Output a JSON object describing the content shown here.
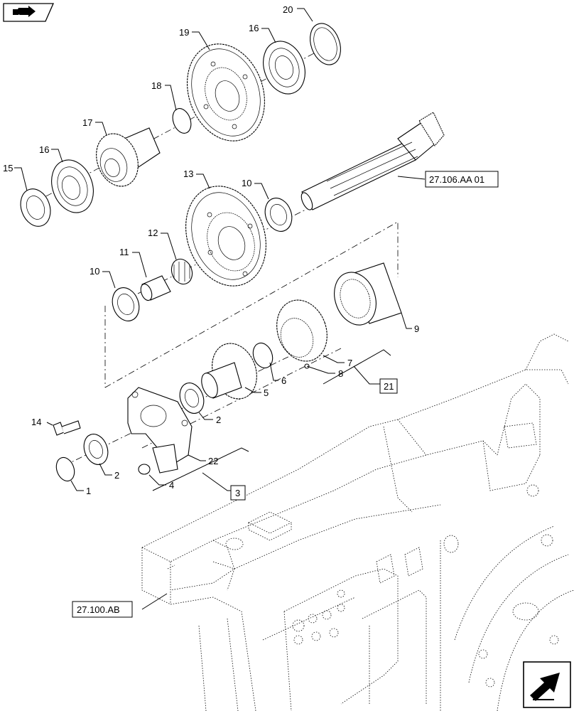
{
  "labels": {
    "l1": "1",
    "l2a": "2",
    "l2b": "2",
    "l3": "3",
    "l4": "4",
    "l5": "5",
    "l6": "6",
    "l7": "7",
    "l8": "8",
    "l9": "9",
    "l10a": "10",
    "l10b": "10",
    "l11": "11",
    "l12": "12",
    "l13": "13",
    "l14": "14",
    "l15": "15",
    "l16a": "16",
    "l16b": "16",
    "l17": "17",
    "l18": "18",
    "l19": "19",
    "l20": "20",
    "l21": "21",
    "l22": "22"
  },
  "references": {
    "shaft_ref": "27.106.AA 01",
    "housing_ref": "27.100.AB"
  },
  "icons": {
    "top_left": "book-arrow-icon",
    "bottom_right": "next-page-arrow-icon"
  }
}
